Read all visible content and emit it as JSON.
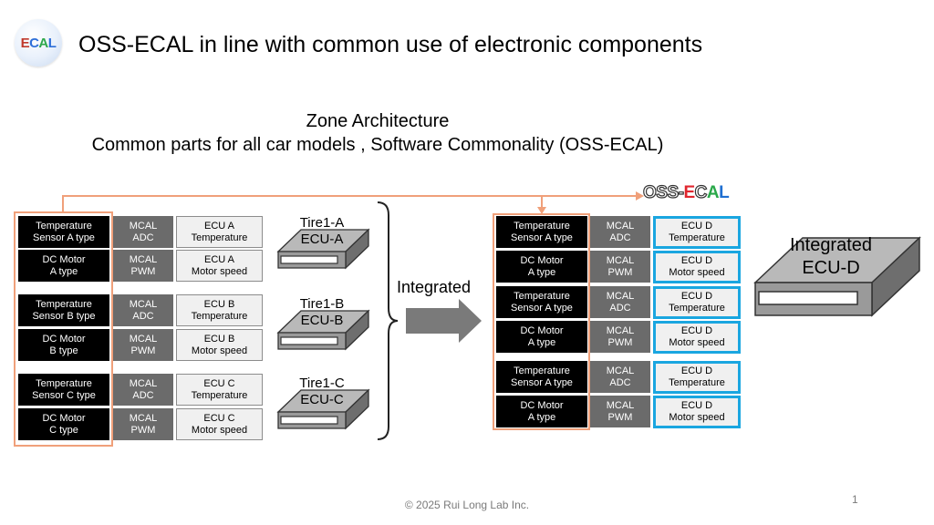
{
  "logo": {
    "parts": [
      "E",
      "C",
      "A",
      "L"
    ],
    "colors": [
      "#c0392b",
      "#2e6fd8",
      "#2ea84a",
      "#2e6fd8"
    ]
  },
  "title": "OSS-ECAL in line with common use of electronic components",
  "heading_line1": "Zone Architecture",
  "heading_line2": "Common parts for all car models , Software Commonality (OSS-ECAL)",
  "oss_logo": {
    "prefix": "OSS-",
    "parts": [
      "E",
      "C",
      "A",
      "L"
    ],
    "colors": [
      "#e0262e",
      "#1f6fd1",
      "#2aa84a",
      "#1f6fd1"
    ]
  },
  "left_rows": [
    {
      "component": "Temperature\nSensor A type",
      "mcal": "MCAL\nADC",
      "ecu": "ECU A\nTemperature"
    },
    {
      "component": "DC Motor\nA type",
      "mcal": "MCAL\nPWM",
      "ecu": "ECU A\nMotor speed"
    },
    {
      "component": "Temperature\nSensor B type",
      "mcal": "MCAL\nADC",
      "ecu": "ECU B\nTemperature"
    },
    {
      "component": "DC Motor\nB type",
      "mcal": "MCAL\nPWM",
      "ecu": "ECU B\nMotor speed"
    },
    {
      "component": "Temperature\nSensor C type",
      "mcal": "MCAL\nADC",
      "ecu": "ECU C\nTemperature"
    },
    {
      "component": "DC Motor\nC type",
      "mcal": "MCAL\nPWM",
      "ecu": "ECU C\nMotor speed"
    }
  ],
  "tier1_units": [
    {
      "label": "Tire1-A\nECU-A"
    },
    {
      "label": "Tire1-B\nECU-B"
    },
    {
      "label": "Tire1-C\nECU-C"
    }
  ],
  "integrated_label": "Integrated",
  "right_rows": [
    {
      "component": "Temperature\nSensor A type",
      "mcal": "MCAL\nADC",
      "ecu": "ECU D\nTemperature"
    },
    {
      "component": "DC Motor\nA type",
      "mcal": "MCAL\nPWM",
      "ecu": "ECU D\nMotor speed"
    },
    {
      "component": "Temperature\nSensor A type",
      "mcal": "MCAL\nADC",
      "ecu": "ECU D\nTemperature"
    },
    {
      "component": "DC Motor\nA type",
      "mcal": "MCAL\nPWM",
      "ecu": "ECU D\nMotor speed"
    },
    {
      "component": "Temperature\nSensor A type",
      "mcal": "MCAL\nADC",
      "ecu": "ECU D\nTemperature"
    },
    {
      "component": "DC Motor\nA type",
      "mcal": "MCAL\nPWM",
      "ecu": "ECU D\nMotor speed"
    }
  ],
  "integrated_ecu_label": "Integrated\nECU-D",
  "footer": "© 2025 Rui Long Lab Inc.",
  "page_number": "1",
  "colors": {
    "accent_orange": "#f0a07a",
    "accent_blue": "#1aa6e0",
    "arrow_grey": "#7a7a7a"
  }
}
